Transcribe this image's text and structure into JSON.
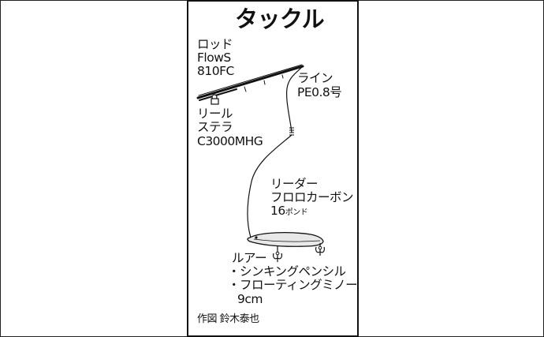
{
  "title": "タックル",
  "rod": {
    "label": "ロッド",
    "name": "FlowS",
    "model": "810FC"
  },
  "line": {
    "label": "ライン",
    "spec": "PE0.8号"
  },
  "reel": {
    "label": "リール",
    "name": "ステラ",
    "model": "C3000MHG"
  },
  "leader": {
    "label": "リーダー",
    "material": "フロロカーボン",
    "strength_num": "16",
    "strength_unit": "ポンド"
  },
  "lure": {
    "label": "ルアー",
    "items": [
      "・シンキングペンシル",
      "・フローティングミノー"
    ],
    "size": "9cm"
  },
  "credit": "作図 鈴木泰也",
  "colors": {
    "lure_fill": "#e8e8e8",
    "stroke": "#111111",
    "background": "#ffffff"
  }
}
